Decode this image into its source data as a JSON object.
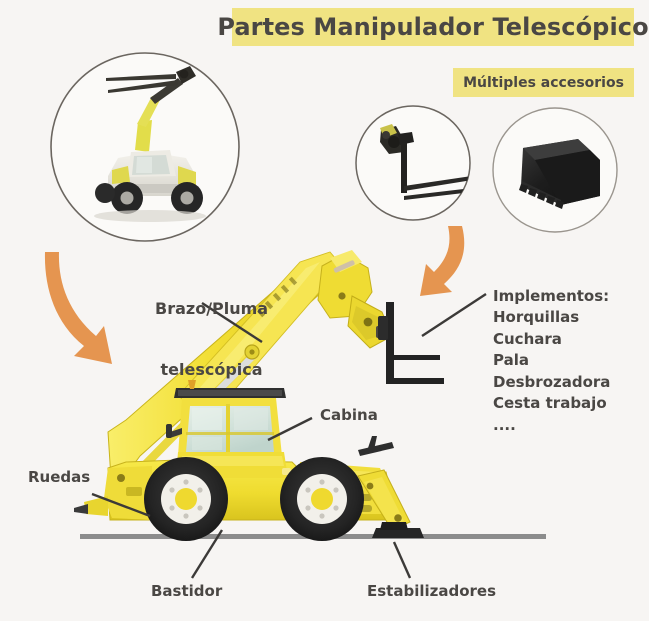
{
  "page": {
    "background_color": "#F7F5F3",
    "text_color": "#4A4744",
    "accent_yellow": "#F0E382",
    "arrow_orange": "#E59550",
    "machine_yellow": "#F2DC3C",
    "ground_color": "#8C8C8C"
  },
  "header": {
    "title": "Partes Manipulador Telescópico",
    "subtitle_badge": "Múltiples accesorios"
  },
  "photos": {
    "main_machine_circle": "telehandler-photo",
    "accessory_forks_circle": "fork-attachment-photo",
    "accessory_bucket_circle": "bucket-attachment-photo"
  },
  "arrows": [
    {
      "name": "arrow-to-machine",
      "direction": "down-right",
      "color": "#E59550"
    },
    {
      "name": "arrow-to-attachments",
      "direction": "down-left",
      "color": "#E59550"
    }
  ],
  "callouts": {
    "boom": "Brazo/Pluma\ntelescópica",
    "boom_line1": "Brazo/Pluma",
    "boom_line2": "telescópica",
    "cabin": "Cabina",
    "wheels": "Ruedas",
    "frame": "Bastidor",
    "stabilizers": "Estabilizadores"
  },
  "implements": {
    "heading": "Implementos:",
    "items": [
      "Horquillas",
      "Cuchara",
      "Pala",
      "Desbrozadora",
      "Cesta trabajo",
      "...."
    ]
  },
  "diagram": {
    "machine_label": "telescopic-handler-illustration",
    "ground_line_label": "ground-line"
  }
}
